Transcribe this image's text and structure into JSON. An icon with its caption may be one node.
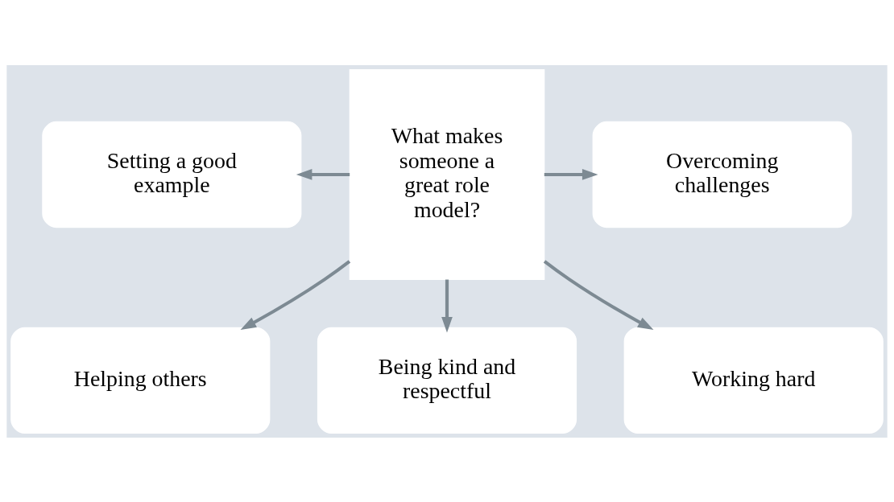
{
  "diagram": {
    "nodes": [
      {
        "text": [
          "What makes someone a great role model?"
        ]
      },
      {
        "text": [
          "Setting a good example"
        ]
      },
      {
        "text": [
          "Overcoming challenges"
        ]
      },
      {
        "text": [
          "Helping others"
        ]
      },
      {
        "text": [
          "Being kind and respectful"
        ]
      },
      {
        "text": [
          "Working hard"
        ]
      }
    ],
    "edges": [
      {
        "from": 0,
        "to": 1,
        "arrow": "to"
      },
      {
        "from": 0,
        "to": 2,
        "arrow": "to"
      },
      {
        "from": 0,
        "to": 3,
        "arrow": "to"
      },
      {
        "from": 0,
        "to": 5,
        "arrow": "to"
      },
      {
        "from": 0,
        "to": 4,
        "arrow": "to"
      }
    ]
  }
}
